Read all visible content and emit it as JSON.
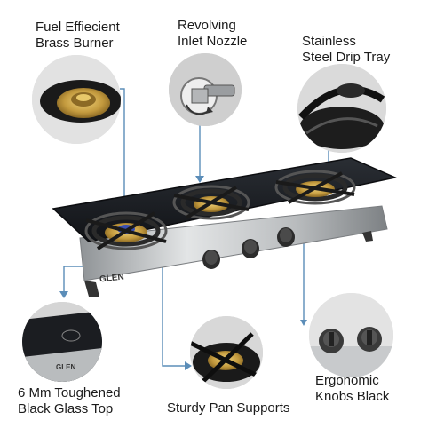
{
  "features": {
    "burner": {
      "line1": "Fuel Effiecient",
      "line2": "Brass Burner"
    },
    "nozzle": {
      "line1": "Revolving",
      "line2": "Inlet Nozzle"
    },
    "tray": {
      "line1": "Stainless",
      "line2": "Steel Drip Tray"
    },
    "glass": {
      "line1": "6 Mm Toughened",
      "line2": "Black Glass Top"
    },
    "supports": {
      "line1": "Sturdy Pan Supports"
    },
    "knobs": {
      "line1": "Ergonomic",
      "line2": "Knobs Black"
    }
  },
  "brand": {
    "logo_text": "GLEN"
  },
  "colors": {
    "glass": "#1c1f24",
    "steel": "#c9cbcd",
    "brass": "#c9a24a",
    "arrow": "#5b8db8"
  }
}
